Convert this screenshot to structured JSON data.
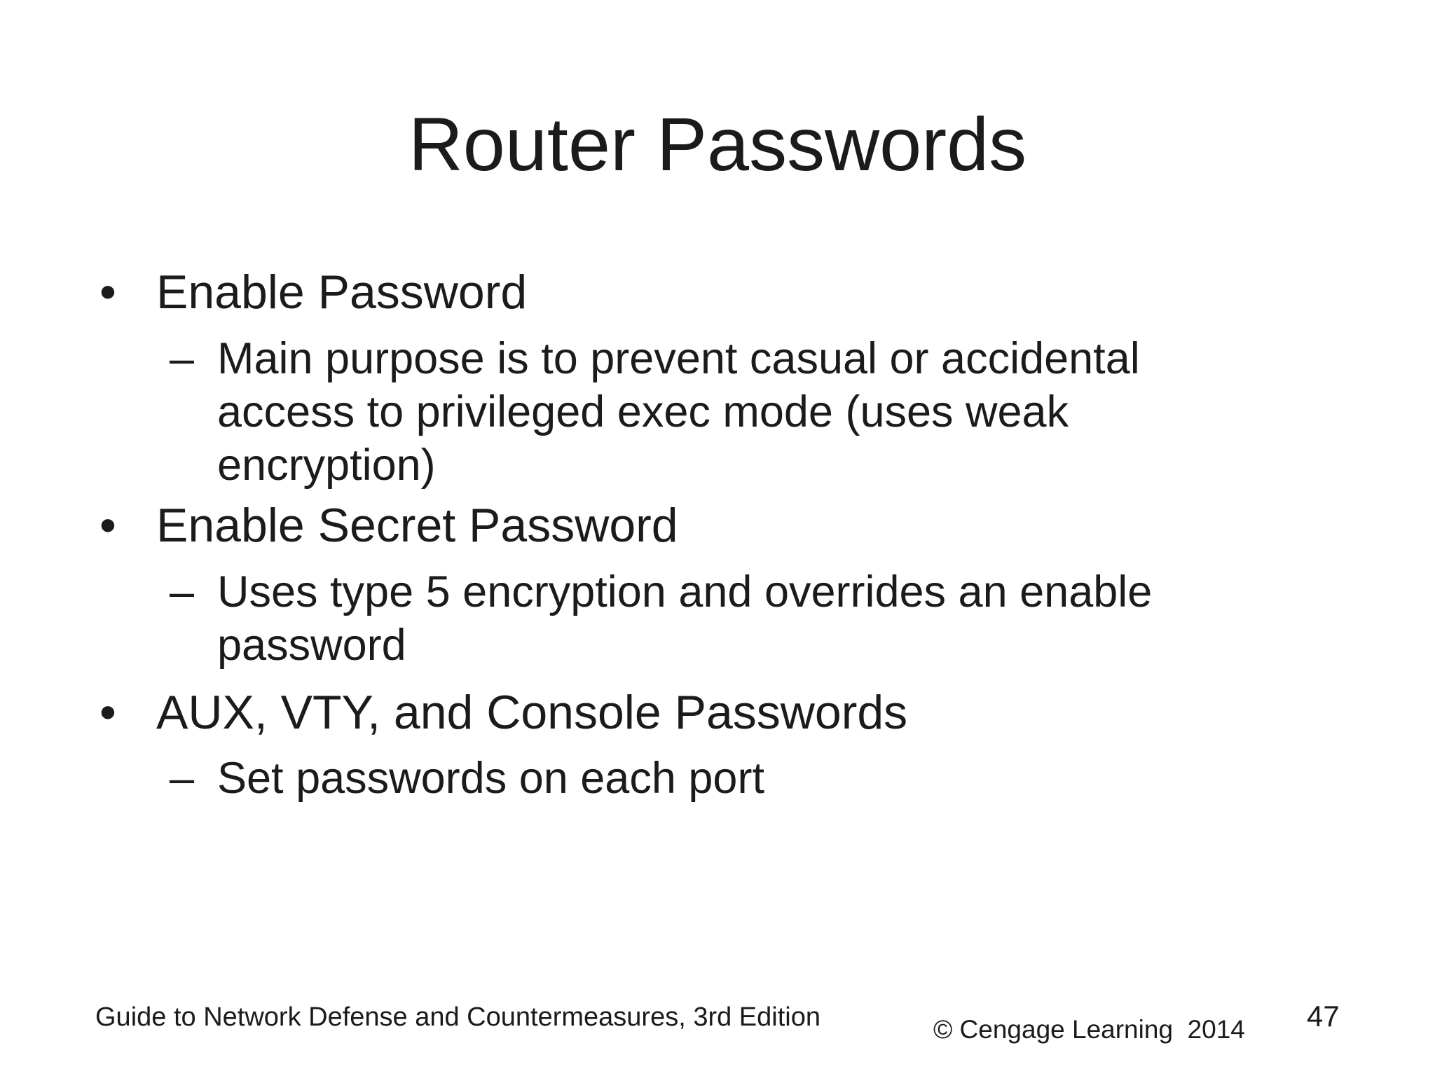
{
  "title": "Router Passwords",
  "markers": {
    "bullet": "•",
    "dash": "–"
  },
  "bullets": [
    {
      "label": "Enable Password",
      "sub": {
        "lines": [
          "Main purpose is to prevent casual or accidental",
          "access to privileged exec mode (uses weak",
          "encryption)"
        ]
      }
    },
    {
      "label": "Enable Secret Password",
      "sub": {
        "lines": [
          "Uses type 5 encryption and overrides an enable",
          "password"
        ]
      }
    },
    {
      "label": "AUX, VTY, and Console Passwords",
      "sub": {
        "lines": [
          "Set passwords on each port"
        ]
      }
    }
  ],
  "footer": {
    "left": "Guide to Network Defense and Countermeasures, 3rd Edition",
    "copyright": "© Cengage Learning  2014",
    "page": "47"
  },
  "colors": {
    "text": "#1b1b1b",
    "background": "#ffffff"
  }
}
